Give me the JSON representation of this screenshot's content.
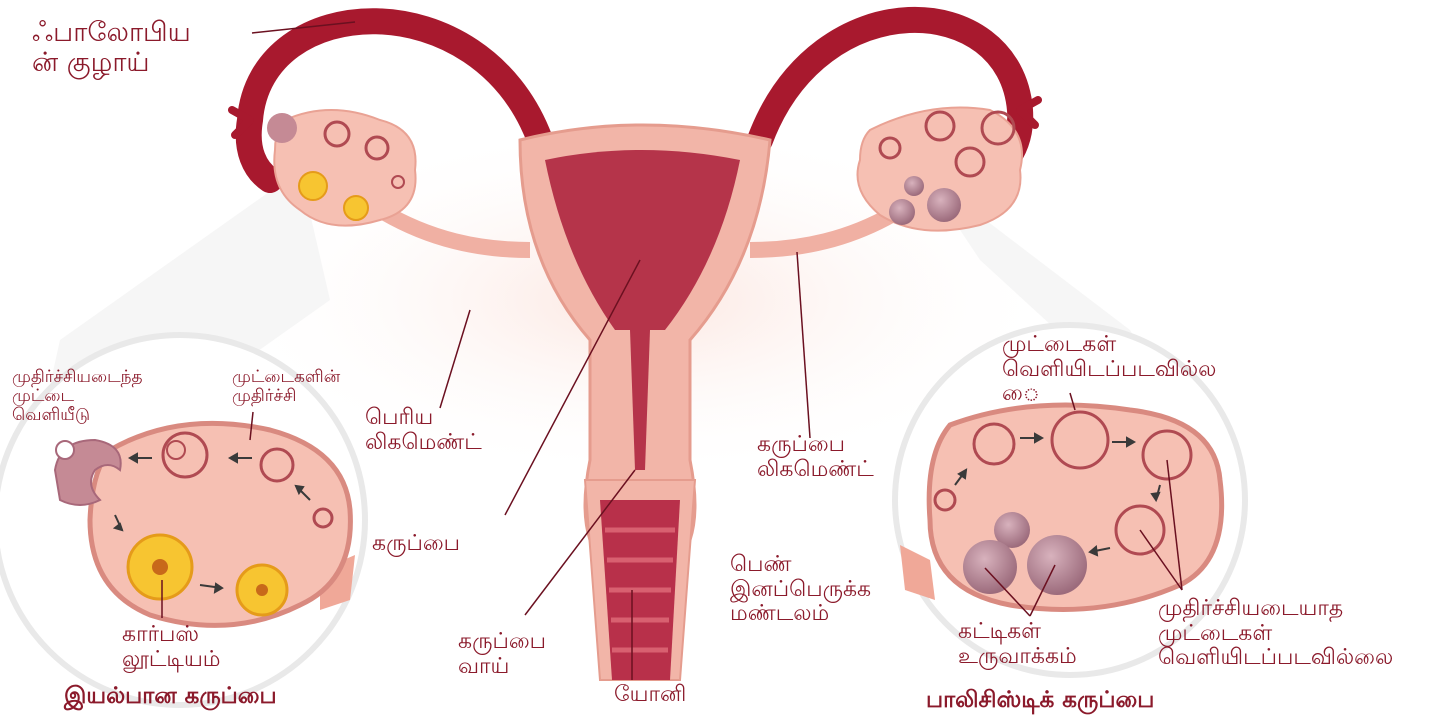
{
  "labels": {
    "fallopian_tube": "ஃபாலோபிய\nன் குழாய்",
    "broad_ligament": "பெரிய\nலிகமெண்ட்",
    "uterus": "கருப்பை",
    "cervix": "கருப்பை\nவாய்",
    "vagina": "யோனி",
    "reproductive_system": "பெண்\nஇனப்பெருக்க\nமண்டலம்",
    "uterine_ligament": "கருப்பை\nலிகமெண்ட்",
    "matured_egg": "முதிர்ச்சியடைந்த\nமுட்டை\nவெளியீடு",
    "egg_maturation": "முட்டைகளின்\nமுதிர்ச்சி",
    "corpus_luteum": "கார்பஸ்\nலூட்டியம்",
    "eggs_not_released": "முட்டைகள்\nவெளியிடப்படவில்ல\nை",
    "cyst_formation": "கட்டிகள்\nஉருவாக்கம்",
    "immature_eggs_not_released": "முதிர்ச்சியடையாத\nமுட்டைகள்\nவெளியிடப்படவில்லை"
  },
  "titles": {
    "normal": "இயல்பான கருப்பை",
    "polycystic": "பாலிசிஸ்டிக் கருப்பை"
  },
  "colors": {
    "label_text": "#8b1a2b",
    "tube_dark": "#a8192e",
    "tissue_pink": "#f2b5a8",
    "tissue_light": "#f8d3c8",
    "ovary_fill": "#f6c0b3",
    "follicle_ring": "#b04a52",
    "corpus_luteum": "#f7c531",
    "cyst": "#b98a98",
    "background": "#ffffff"
  }
}
